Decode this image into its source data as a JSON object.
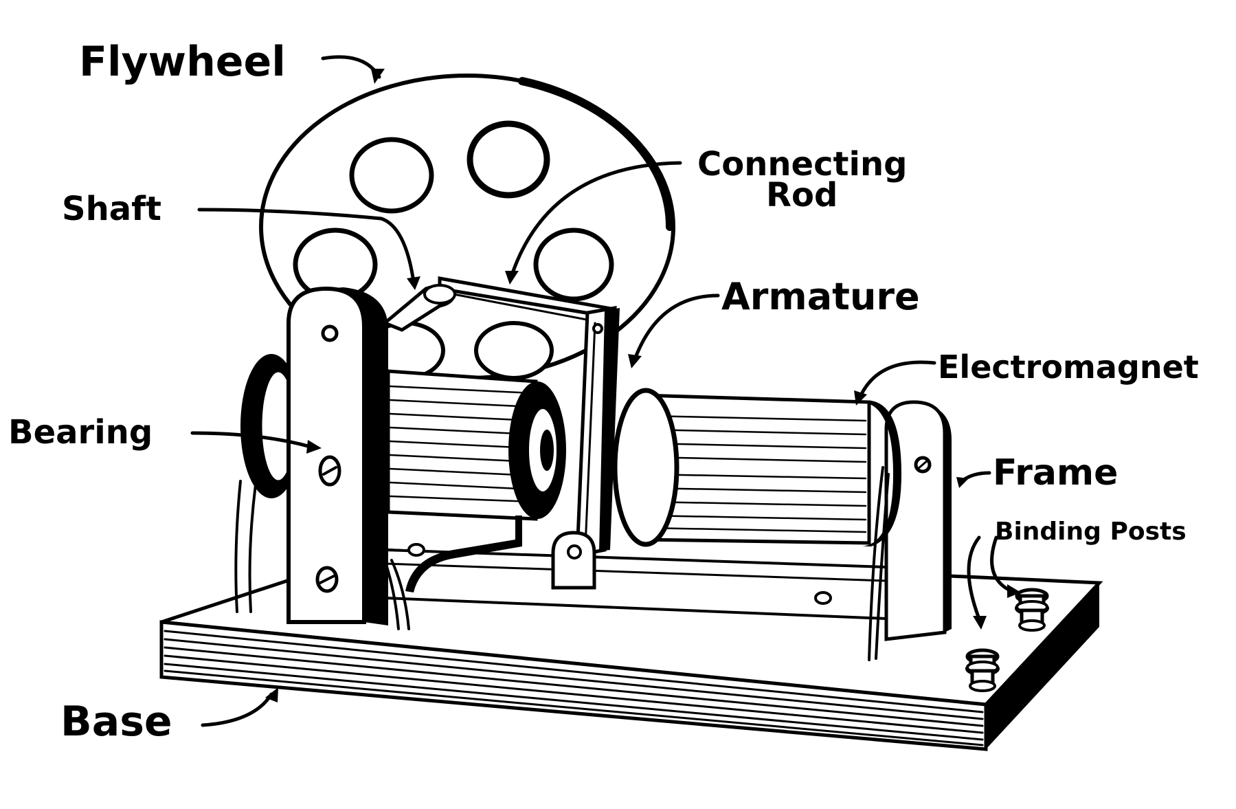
{
  "diagram": {
    "labels": {
      "flywheel": "Flywheel",
      "connecting_rod": "Connecting",
      "connecting_rod_line2": "Rod",
      "shaft": "Shaft",
      "armature": "Armature",
      "electromagnet": "Electromagnet",
      "bearing": "Bearing",
      "frame": "Frame",
      "binding_posts": "Binding Posts",
      "base": "Base"
    },
    "colors": {
      "ink": "#000000",
      "paper": "#ffffff"
    }
  }
}
